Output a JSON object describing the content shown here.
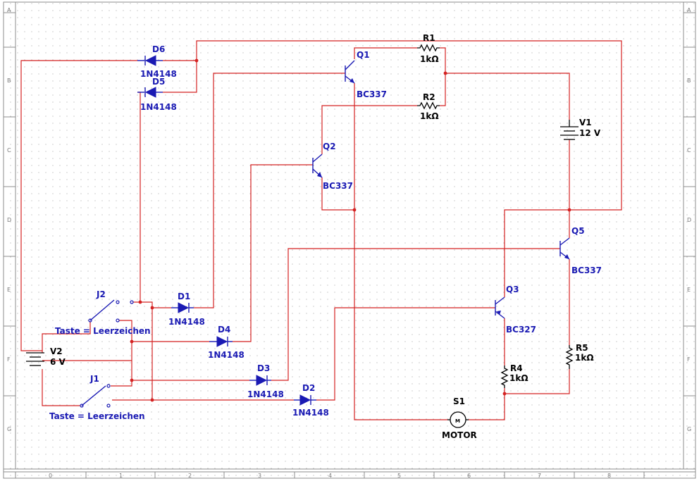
{
  "ruler": {
    "rows": [
      "A",
      "B",
      "C",
      "D",
      "E",
      "F",
      "G"
    ],
    "cols": [
      "0",
      "1",
      "2",
      "3",
      "4",
      "5",
      "6",
      "7",
      "8"
    ]
  },
  "components": {
    "Q1": {
      "ref": "Q1",
      "model": "BC337"
    },
    "Q2": {
      "ref": "Q2",
      "model": "BC337"
    },
    "Q3": {
      "ref": "Q3",
      "model": "BC327"
    },
    "Q5": {
      "ref": "Q5",
      "model": "BC337"
    },
    "R1": {
      "ref": "R1",
      "value": "1kΩ"
    },
    "R2": {
      "ref": "R2",
      "value": "1kΩ"
    },
    "R4": {
      "ref": "R4",
      "value": "1kΩ"
    },
    "R5": {
      "ref": "R5",
      "value": "1kΩ"
    },
    "V1": {
      "ref": "V1",
      "value": "12 V"
    },
    "V2": {
      "ref": "V2",
      "value": "6 V"
    },
    "D1": {
      "ref": "D1",
      "model": "1N4148"
    },
    "D2": {
      "ref": "D2",
      "model": "1N4148"
    },
    "D3": {
      "ref": "D3",
      "model": "1N4148"
    },
    "D4": {
      "ref": "D4",
      "model": "1N4148"
    },
    "D5": {
      "ref": "D5",
      "model": "1N4148"
    },
    "D6": {
      "ref": "D6",
      "model": "1N4148"
    },
    "J1": {
      "ref": "J1",
      "key": "Taste = Leerzeichen"
    },
    "J2": {
      "ref": "J2",
      "key": "Taste = Leerzeichen"
    },
    "S1": {
      "ref": "S1",
      "label": "MOTOR",
      "symbol": "M"
    }
  },
  "colors": {
    "wire": "#d42222",
    "component": "#1a1ab3",
    "resistor": "#000000",
    "grid_dot": "#a0a0a0",
    "border": "#8c8c8c"
  }
}
